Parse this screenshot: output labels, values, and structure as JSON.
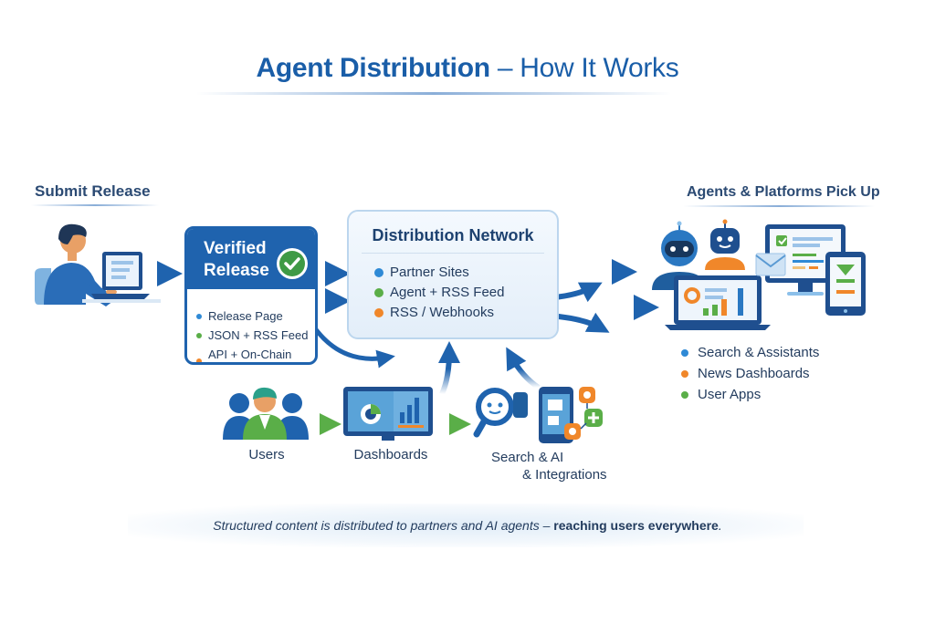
{
  "title": {
    "bold": "Agent Distribution",
    "light": " – How It Works"
  },
  "submit": {
    "heading": "Submit Release",
    "icon": "person-at-laptop"
  },
  "verified": {
    "title_line1": "Verified",
    "title_line2": "Release",
    "badge_icon": "checkmark-badge",
    "items": [
      {
        "label": "Release Page",
        "color": "#2f8ad6"
      },
      {
        "label": "JSON + RSS Feed",
        "color": "#5aae48"
      },
      {
        "label": "API + On-Chain Proof",
        "color": "#f0872a"
      }
    ]
  },
  "distribution": {
    "title": "Distribution Network",
    "items": [
      {
        "label": "Partner Sites",
        "color": "#2f8ad6"
      },
      {
        "label": "Agent + RSS Feed",
        "color": "#5aae48"
      },
      {
        "label": "RSS / Webhooks",
        "color": "#f0872a"
      }
    ]
  },
  "agents": {
    "heading": "Agents & Platforms Pick Up",
    "items": [
      {
        "label": "Search & Assistants",
        "color": "#2f8ad6"
      },
      {
        "label": "News Dashboards",
        "color": "#f0872a"
      },
      {
        "label": "User Apps",
        "color": "#5aae48"
      }
    ]
  },
  "bottom_flow": {
    "users": "Users",
    "dashboards": "Dashboards",
    "search_line1": "Search & AI",
    "search_line2": "& Integrations"
  },
  "footer": {
    "prefix": "Structured content is distributed to partners and AI agents – ",
    "bold": "reaching users everywhere",
    "suffix": "."
  },
  "colors": {
    "primary": "#1f63ae",
    "green": "#5aae48",
    "orange": "#f0872a",
    "blue": "#2f8ad6",
    "text": "#233c5e"
  }
}
